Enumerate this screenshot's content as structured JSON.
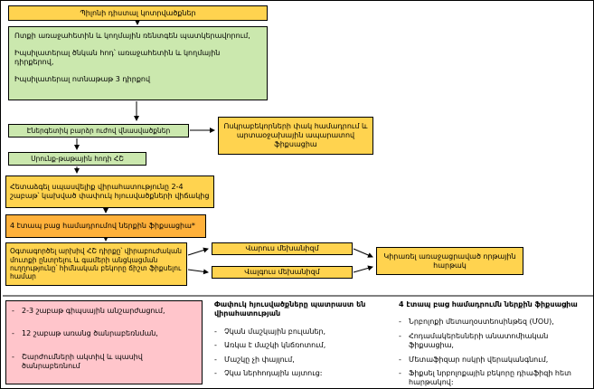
{
  "colors": {
    "yellow": "#ffd34f",
    "orange": "#ffb13b",
    "green": "#cbe8ae",
    "pink": "#ffc5cb",
    "line": "#000000"
  },
  "bullet": "-",
  "flow": {
    "title": "Պիլոնի դիստալ կոտրվածքներ",
    "imaging": {
      "p1": "Ոտքի առաջահետին և կողմային ռենտգեն պատկերավորում,",
      "p2": "Իպսիլատերալ ծնկան հոդ՝ առաջահետին և կողմային դիրքերով,",
      "p3": "Իպսիլատերալ ոտնաթաթ 3 դիրքով"
    },
    "high_energy": "Էներգետիկ բարձր ուժով վնասվածքներ",
    "external_fixation": "Ոսկրաբեկորների փակ համադրում և արտաօջախային ապարատով ֆիքսացիա",
    "ankle_ct": "Սրունք-թաթային հոդի ՀՇ",
    "delay_surgery": "Հետաձգել սպասվելիք վիրահատությունը 2-4 շաբաթ՝ կախված փափուկ հյուսվածքների վիճակից",
    "orif_stage": "4 էտապ բաց համադրումով ներքին ֆիքսացիա*",
    "use_ct": "Օգտագործել արխիվ ՀՇ դիրքը՝ վիրաբուժական մուտքի ընտրելու և գամերի անցկացման ուղղությունը՝ հիմնական բեկորը ճիշտ ֆիքսելու համար",
    "varus": "Վարուս մեխանիզմ",
    "valgus": "Վալգուս մեխանիզմ",
    "plate": "Կիրառել առաջացրաված որթային հարթակ"
  },
  "rehab": {
    "items": [
      "2-3 շաբաթ գիպսային անշարժացում,",
      "12 շաբաթ առանց ծանրաբեռնման,",
      "Շարժումների ակտիվ և պասիվ ծանրաբեռնում"
    ]
  },
  "soft_tissue": {
    "title": "Փափուկ հյուսվածքները պատրաստ են վիրահատության",
    "items": [
      "Չկան մաշկային բուլաներ,",
      "Առկա է մաշկի կնճռոտում,",
      "Մաշկը չի փայլում,",
      "Չկա ներհոդային այտուց:"
    ]
  },
  "orif_details": {
    "title": "4 էտապ բաց համադրումն ներքին ֆիքսացիա",
    "items": [
      "Նրբոլոքի մետաղօստեոսինթեզ (ՄՕՍ),",
      "Հոդամակերեսների անատոմիական ֆիքսացիա,",
      "Մետաֆիզար ոսկրի վերականգնում,",
      "Ֆիքսել նրբոլոքային բեկորը դիաֆիզի հետ հարթակով:"
    ]
  }
}
